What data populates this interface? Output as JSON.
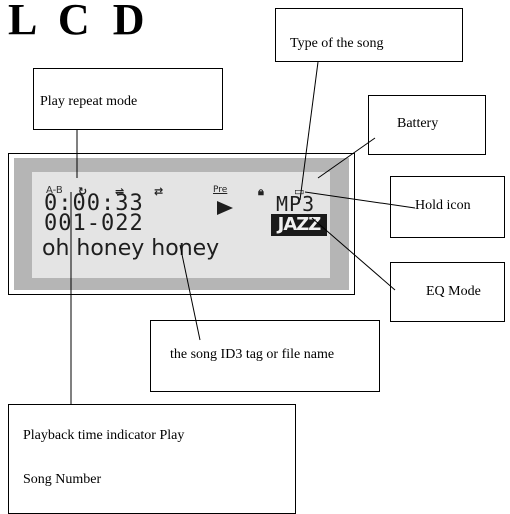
{
  "title": "L C D",
  "callouts": {
    "type_of_song": "Type of  the song",
    "play_repeat_mode": "Play repeat mode",
    "battery": "Battery",
    "hold_icon": "Hold icon",
    "eq_mode": "EQ Mode",
    "id3_tag": "the song ID3 tag or file name",
    "playback_line1": "Playback time indicator Play",
    "playback_line2": "Song Number"
  },
  "lcd": {
    "ab_label": "A-B",
    "repeat_icon": "repeat-icon",
    "shuffle_icon": "shuffle-icon",
    "random_icon": "random-icon",
    "preset_label": "Pre",
    "lock_icon": "lock-icon",
    "battery_icon": "battery-icon",
    "time": "0:00:33",
    "song_number": "001-022",
    "song_name": "oh honey honey",
    "file_type": "MP3",
    "eq": "JAZZ"
  }
}
